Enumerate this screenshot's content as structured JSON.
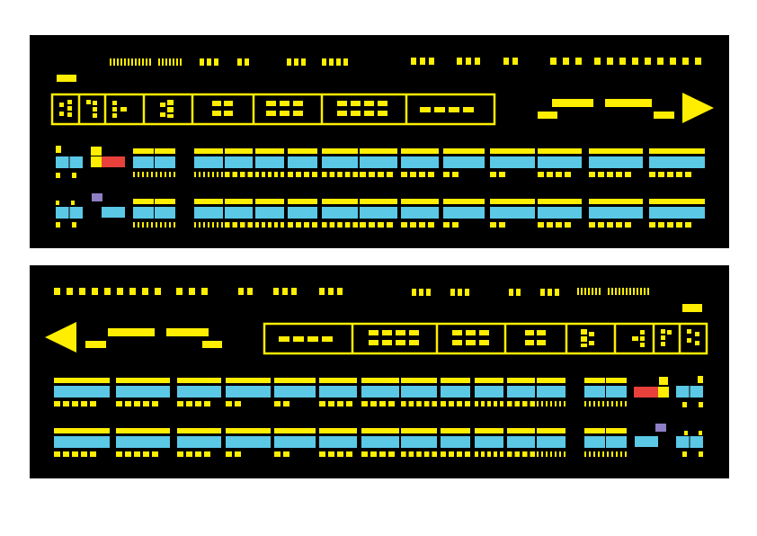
{
  "colors": {
    "background": "#ffffff",
    "panel": "#000000",
    "yellow": "#ffee00",
    "cyan": "#5bc8e6",
    "red": "#e8413c",
    "purple": "#8e7fc4"
  },
  "icons": {
    "top_direction": "arrow-right-icon",
    "bottom_direction": "arrow-left-icon"
  },
  "panels": [
    {
      "name": "panel-top",
      "direction": "right",
      "group_dot_counts": [
        4,
        4,
        3,
        4,
        4,
        6,
        8,
        4
      ],
      "row_fill_levels": [
        1,
        1,
        1,
        1,
        1,
        1,
        1,
        1,
        1,
        1,
        1,
        1
      ],
      "row_flags": [
        "red",
        "purple"
      ]
    },
    {
      "name": "panel-bottom",
      "direction": "left",
      "group_dot_counts": [
        4,
        8,
        6,
        4,
        4,
        3,
        4,
        4
      ],
      "row_fill_levels": [
        1,
        1,
        1,
        1,
        1,
        1,
        1,
        1,
        1,
        1,
        1,
        1
      ],
      "row_flags": [
        "red",
        "purple"
      ]
    }
  ]
}
